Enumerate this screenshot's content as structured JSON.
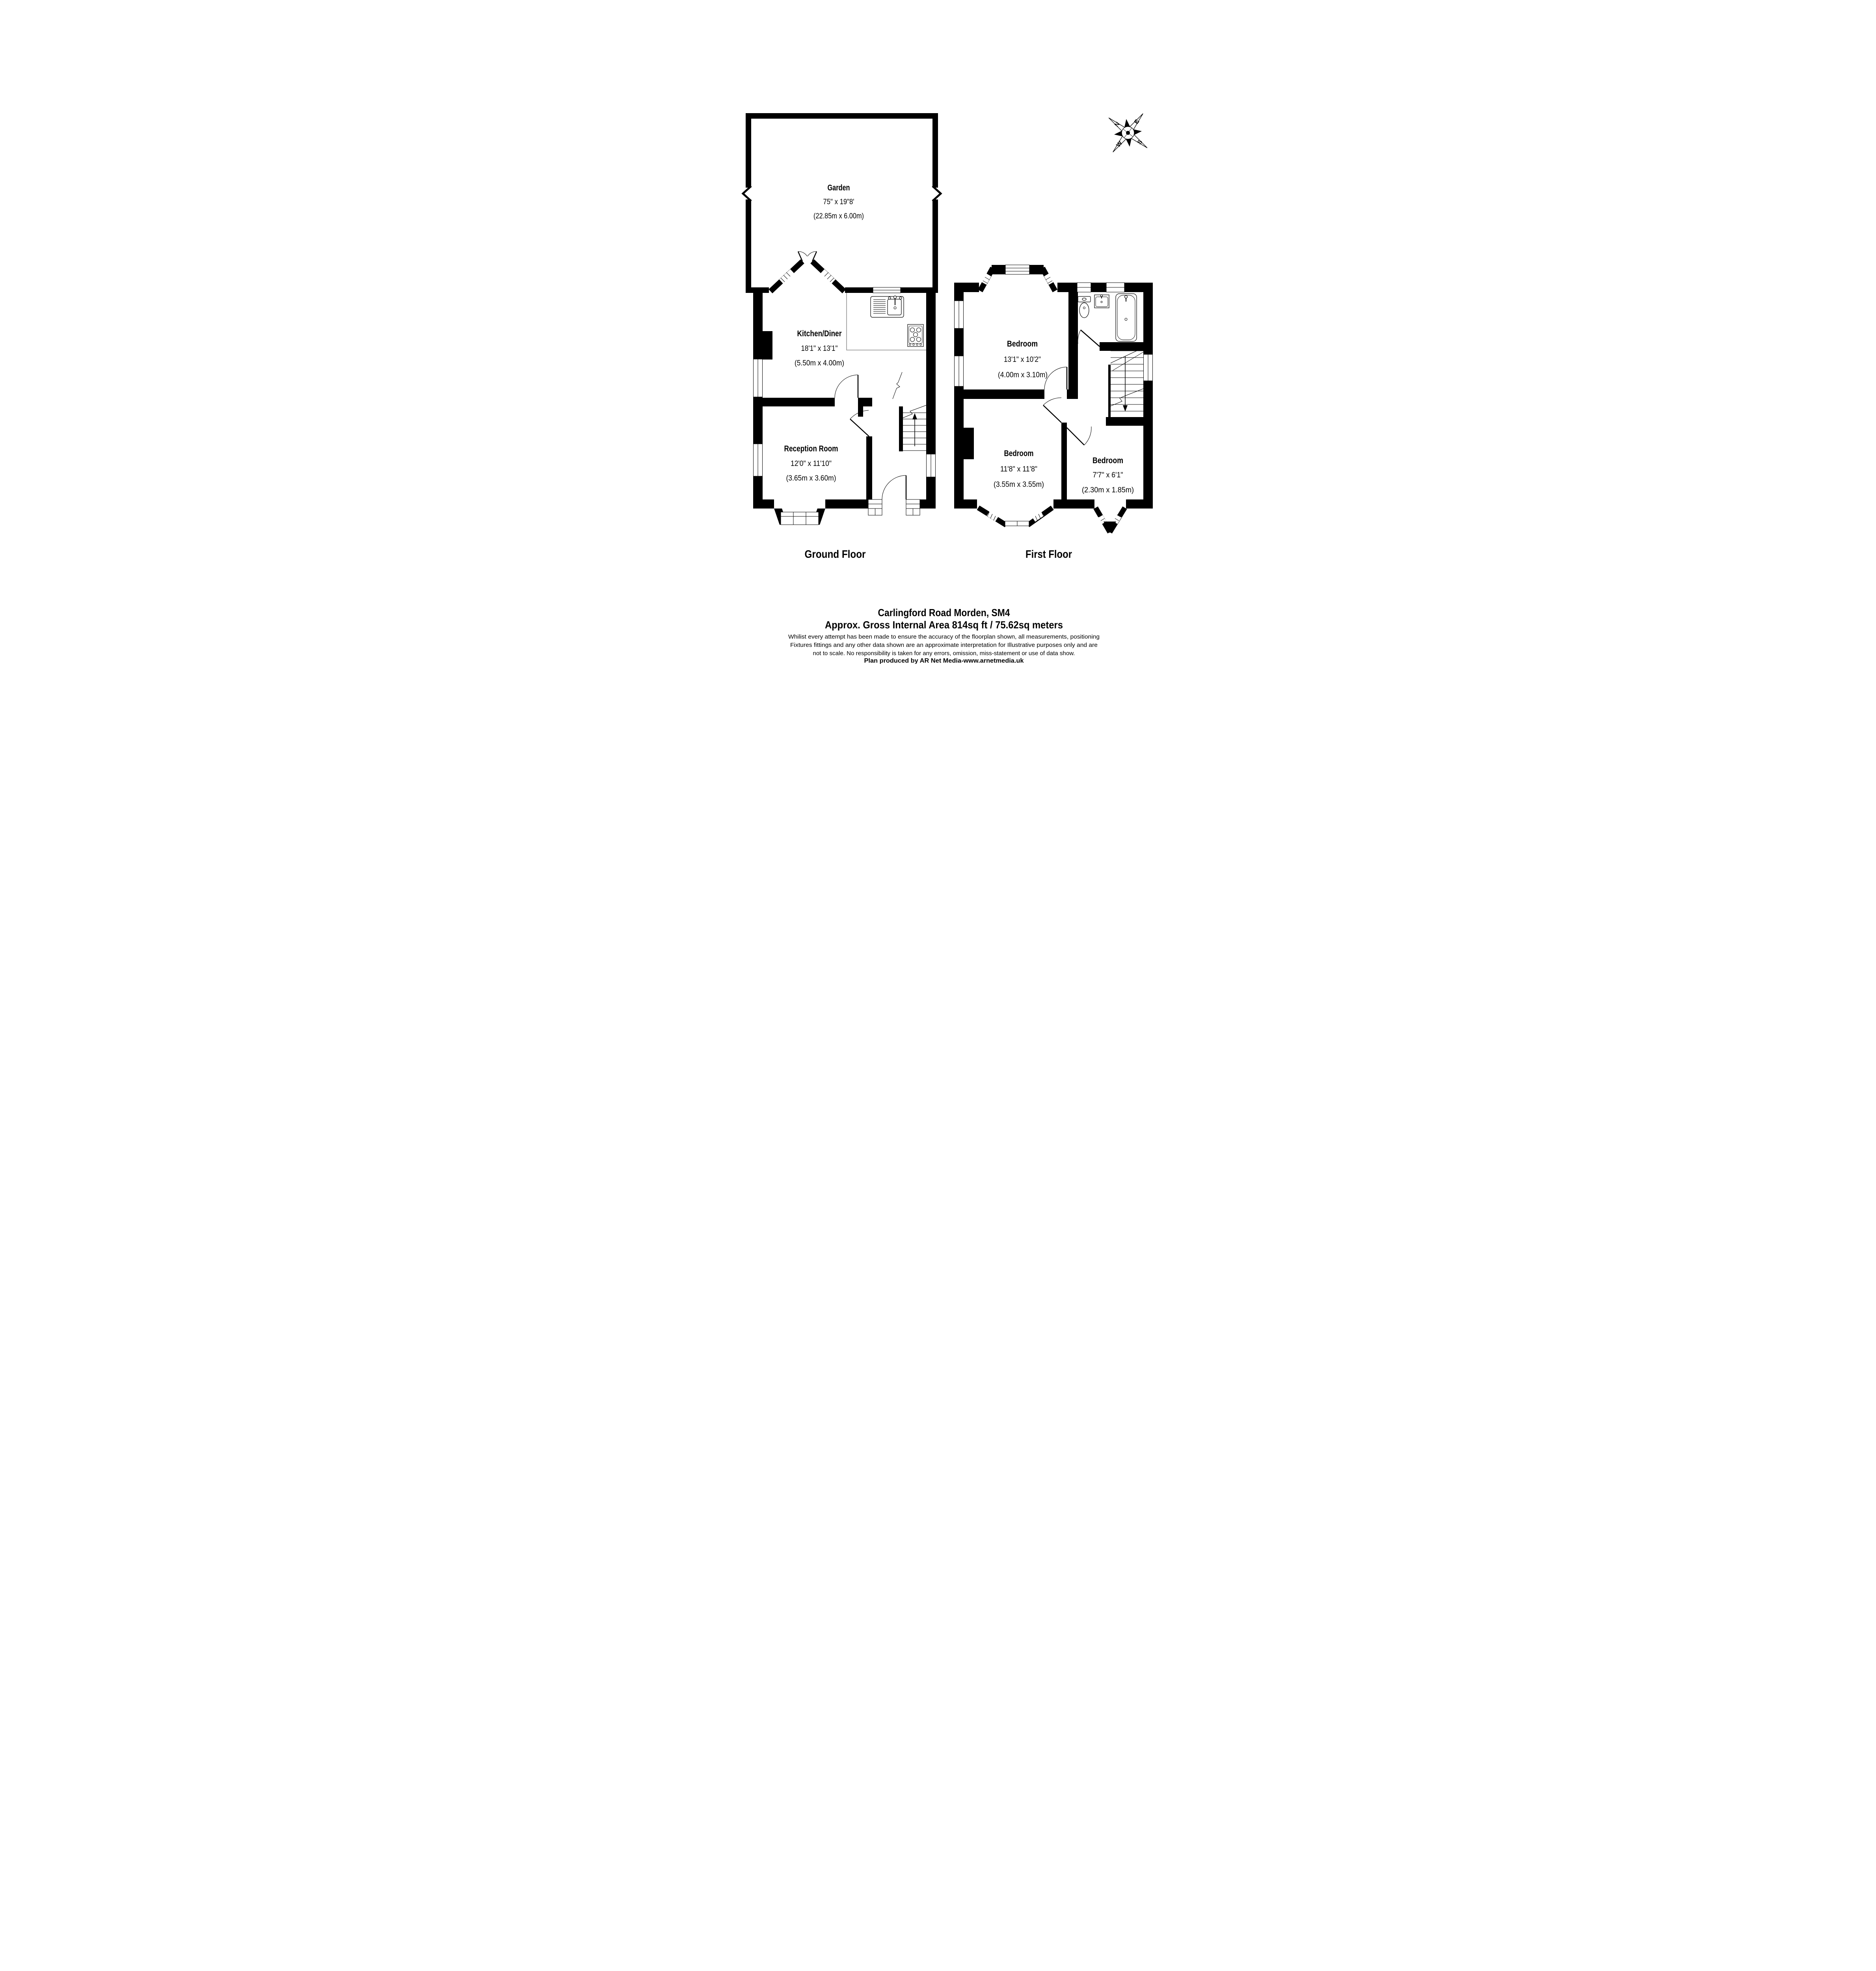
{
  "floors": {
    "ground": {
      "label": "Ground Floor",
      "rooms": {
        "garden": {
          "name": "Garden",
          "dims": "75\" x 19\"8'",
          "metric": "(22.85m x 6.00m)"
        },
        "kitchen": {
          "name": "Kitchen/Diner",
          "dims": "18'1\" x 13'1\"",
          "metric": "(5.50m x 4.00m)"
        },
        "reception": {
          "name": "Reception Room",
          "dims": "12'0\" x 11'10\"",
          "metric": "(3.65m x 3.60m)"
        }
      }
    },
    "first": {
      "label": "First Floor",
      "rooms": {
        "bedroom1": {
          "name": "Bedroom",
          "dims": "13'1\" x 10'2\"",
          "metric": "(4.00m x 3.10m)"
        },
        "bedroom2": {
          "name": "Bedroom",
          "dims": "11'8\" x 11'8\"",
          "metric": "(3.55m x 3.55m)"
        },
        "bedroom3": {
          "name": "Bedroom",
          "dims": "7'7\" x 6'1\"",
          "metric": "(2.30m x 1.85m)"
        }
      }
    }
  },
  "compass": {
    "north": "N",
    "east": "E",
    "south": "S",
    "west": "W"
  },
  "footer": {
    "address": "Carlingford Road Morden, SM4",
    "area": "Approx. Gross Internal Area 814sq ft / 75.62sq meters",
    "disclaimer1": "Whilist every attempt has been made to ensure the accuracy of the floorplan shown, all measurements, positioning",
    "disclaimer2": "Fixtures fittings and any other data shown are an approximate interpretation for Illustrative purposes only  and are",
    "disclaimer3": "not to scale. No responsibility is taken for any errors, omission, miss-statement or use of data show.",
    "credit": "Plan produced by AR Net Media-www.arnetmedia.uk"
  }
}
